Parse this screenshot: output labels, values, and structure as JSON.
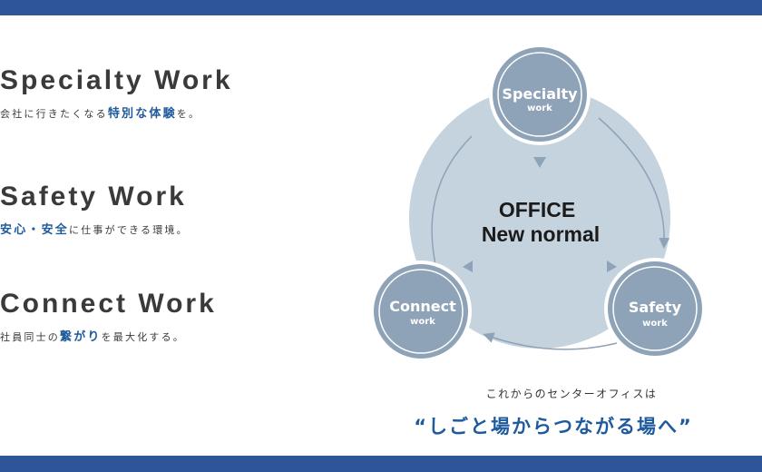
{
  "works": [
    {
      "title": "Specialty Work",
      "desc_pre": "会社に行きたくなる",
      "desc_hl": "特別な体験",
      "desc_post": "を。"
    },
    {
      "title": "Safety Work",
      "desc_pre": "",
      "desc_hl": "安心・安全",
      "desc_post": "に仕事ができる環境。"
    },
    {
      "title": "Connect Work",
      "desc_pre": "社員同士の",
      "desc_hl": "繋がり",
      "desc_post": "を最大化する。"
    }
  ],
  "diagram": {
    "center_line1": "OFFICE",
    "center_line2": "New normal",
    "nodes": [
      {
        "title": "Specialty",
        "sub": "work"
      },
      {
        "title": "Safety",
        "sub": "work"
      },
      {
        "title": "Connect",
        "sub": "work"
      }
    ]
  },
  "caption": "これからのセンターオフィスは",
  "slogan": "“しごと場からつながる場へ”",
  "colors": {
    "brand": "#2e5597",
    "accent": "#1f5a9c",
    "circle": "#c5d3de",
    "node": "#8ea3b7"
  }
}
